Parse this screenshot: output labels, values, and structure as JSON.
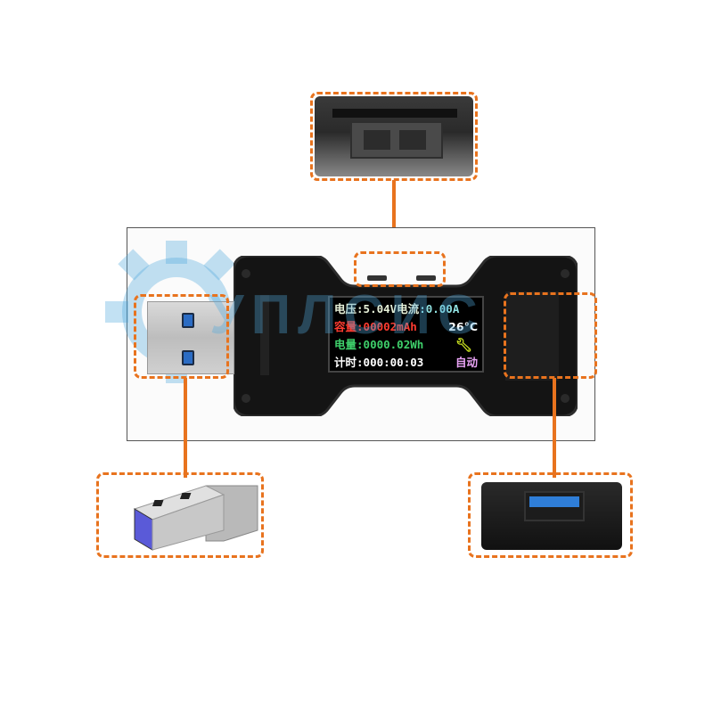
{
  "screen": {
    "row1": {
      "voltage_label": "电压",
      "voltage_value": ":5.04V",
      "current_label": "电流",
      "current_value": ":0.00A"
    },
    "row2": {
      "capacity_label": "容量",
      "capacity_value": ":00002mAh",
      "temperature": "26°C"
    },
    "row3": {
      "energy_label": "电量",
      "energy_value": ":0000.02Wh",
      "icon": "wrench-icon"
    },
    "row4": {
      "timer_label": "计时",
      "timer_value": ":000:00:03",
      "mode": "自动"
    }
  },
  "colors": {
    "accent_orange": "#e8731e",
    "voltage": "#e6f0d8",
    "current": "#8fe0e0",
    "capacity": "#ff3b30",
    "temperature": "#ffffff",
    "energy": "#3ecf6a",
    "wrench": "#c8e020",
    "timer": "#ffffff",
    "mode": "#e9a3f5",
    "watermark": "#50aadc"
  },
  "callouts": [
    {
      "name": "top-buttons-detail",
      "desc": "side buttons close-up"
    },
    {
      "name": "usb-male-plug-detail",
      "desc": "USB-A male connector"
    },
    {
      "name": "usb-female-port-detail",
      "desc": "USB-A female port"
    }
  ],
  "watermark": {
    "text": "УПЛСИС"
  }
}
